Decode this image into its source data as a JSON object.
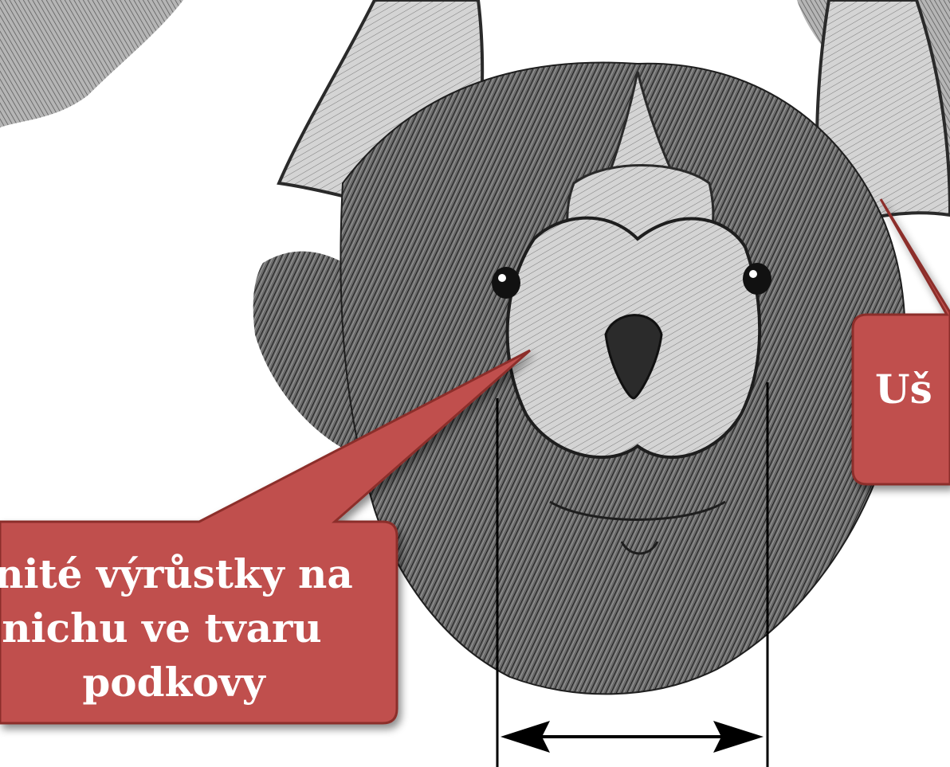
{
  "illustration": {
    "subject": "bat-head-drawing",
    "colors": {
      "ink": "#2a2a2a",
      "paper": "#ffffff",
      "callout_fill": "#c0504d",
      "callout_border": "#8c2f2c",
      "callout_text": "#ffffff"
    }
  },
  "callouts": {
    "left": {
      "lines": [
        "nité výrůstky na",
        "nichu ve tvaru",
        "podkovy"
      ]
    },
    "right": {
      "lines": [
        "Uš"
      ]
    }
  }
}
